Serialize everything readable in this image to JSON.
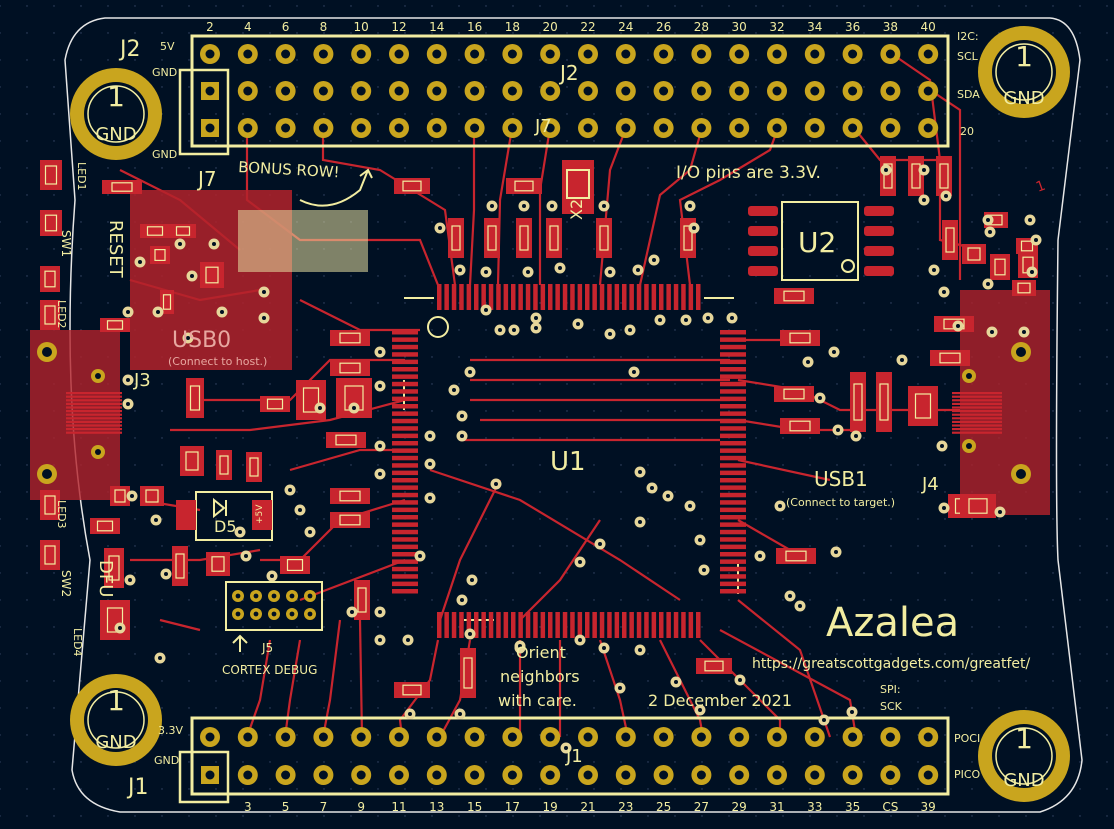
{
  "colors": {
    "background": "#001023",
    "board_edge": "#e6e6e6",
    "copper": "#c8252e",
    "copper_dark": "#8e1b22",
    "pad": "#c9a51e",
    "silk": "#f2eda1",
    "courtyard": "#e04bd4",
    "via": "#e6d69a"
  },
  "header_j2": {
    "label": "J2",
    "label_center": "J2",
    "label_inner": "J7",
    "top_numbers": [
      "2",
      "4",
      "6",
      "8",
      "10",
      "12",
      "14",
      "16",
      "18",
      "20",
      "22",
      "24",
      "26",
      "28",
      "30",
      "32",
      "34",
      "36",
      "38",
      "40"
    ],
    "left_labels": [
      "5V",
      "GND",
      "GND"
    ],
    "right_labels": [
      "I2C:",
      "SCL",
      "SDA",
      "20"
    ]
  },
  "header_j1": {
    "label": "J1",
    "label_center": "J1",
    "bottom_numbers": [
      "3",
      "5",
      "7",
      "9",
      "11",
      "13",
      "15",
      "17",
      "19",
      "21",
      "23",
      "25",
      "27",
      "29",
      "31",
      "33",
      "35",
      "CS",
      "39"
    ],
    "left_labels": [
      "3.3V",
      "GND"
    ],
    "right_labels": [
      "SPI:",
      "SCK",
      "POCI",
      "PICO"
    ]
  },
  "mounting_holes": [
    {
      "number": "1",
      "label": "GND"
    },
    {
      "number": "1",
      "label": "GND"
    },
    {
      "number": "1",
      "label": "GND"
    },
    {
      "number": "1",
      "label": "GND"
    }
  ],
  "silkscreen": {
    "bonus_row": "BONUS ROW!",
    "io_note": "I/O pins are 3.3V.",
    "usb0": "USB0",
    "usb0_note": "(Connect to host.)",
    "usb1": "USB1",
    "usb1_note": "(Connect to target.)",
    "j3": "J3",
    "j4": "J4",
    "j5": "J5",
    "j7": "J7",
    "u1": "U1",
    "u2": "U2",
    "d5": "D5",
    "x2": "X2",
    "cortex_debug": "CORTEX DEBUG",
    "orient": [
      "Orient",
      "neighbors",
      "with care."
    ],
    "board_name": "Azalea",
    "url": "https://greatscottgadgets.com/greatfet/",
    "date": "2 December 2021",
    "reset": "RESET",
    "dfu": "DFU",
    "sw1": "SW1",
    "sw2": "SW2",
    "led1": "LED1",
    "led2": "LED2",
    "led3": "LED3",
    "led4": "LED4",
    "edge_mark": "1",
    "plus5v": "+5V"
  }
}
